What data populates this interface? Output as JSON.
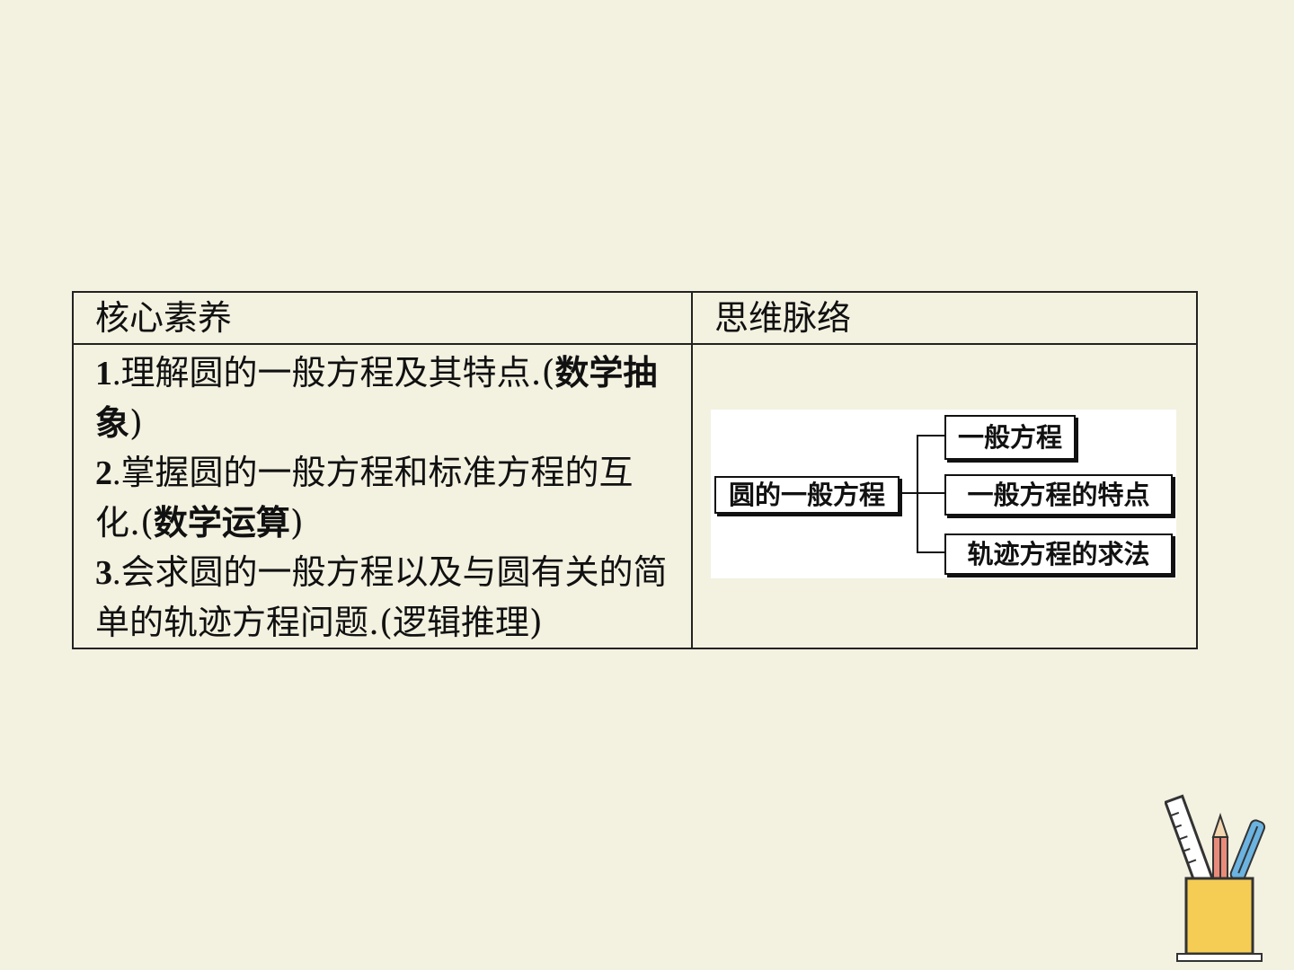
{
  "table": {
    "headers": {
      "left": "核心素养",
      "right": "思维脉络"
    },
    "items": [
      {
        "num": "1",
        "text": "理解圆的一般方程及其特点.(",
        "tag": "数学抽象",
        "close": ")"
      },
      {
        "num": "2",
        "text": "掌握圆的一般方程和标准方程的互化.(",
        "tag": "数学运算",
        "close": ")"
      },
      {
        "num": "3",
        "text": "会求圆的一般方程以及与圆有关的简单的轨迹方程问题.(逻辑推理)",
        "tag": "",
        "close": ""
      }
    ]
  },
  "mindmap": {
    "root": "圆的一般方程",
    "branches": [
      "一般方程",
      "一般方程的特点",
      "轨迹方程的求法"
    ]
  },
  "colors": {
    "background": "#f3f1e0",
    "border": "#222222",
    "pencil_cup": "#f5cd55"
  },
  "icons": {
    "decoration": "pencil-cup-icon"
  }
}
